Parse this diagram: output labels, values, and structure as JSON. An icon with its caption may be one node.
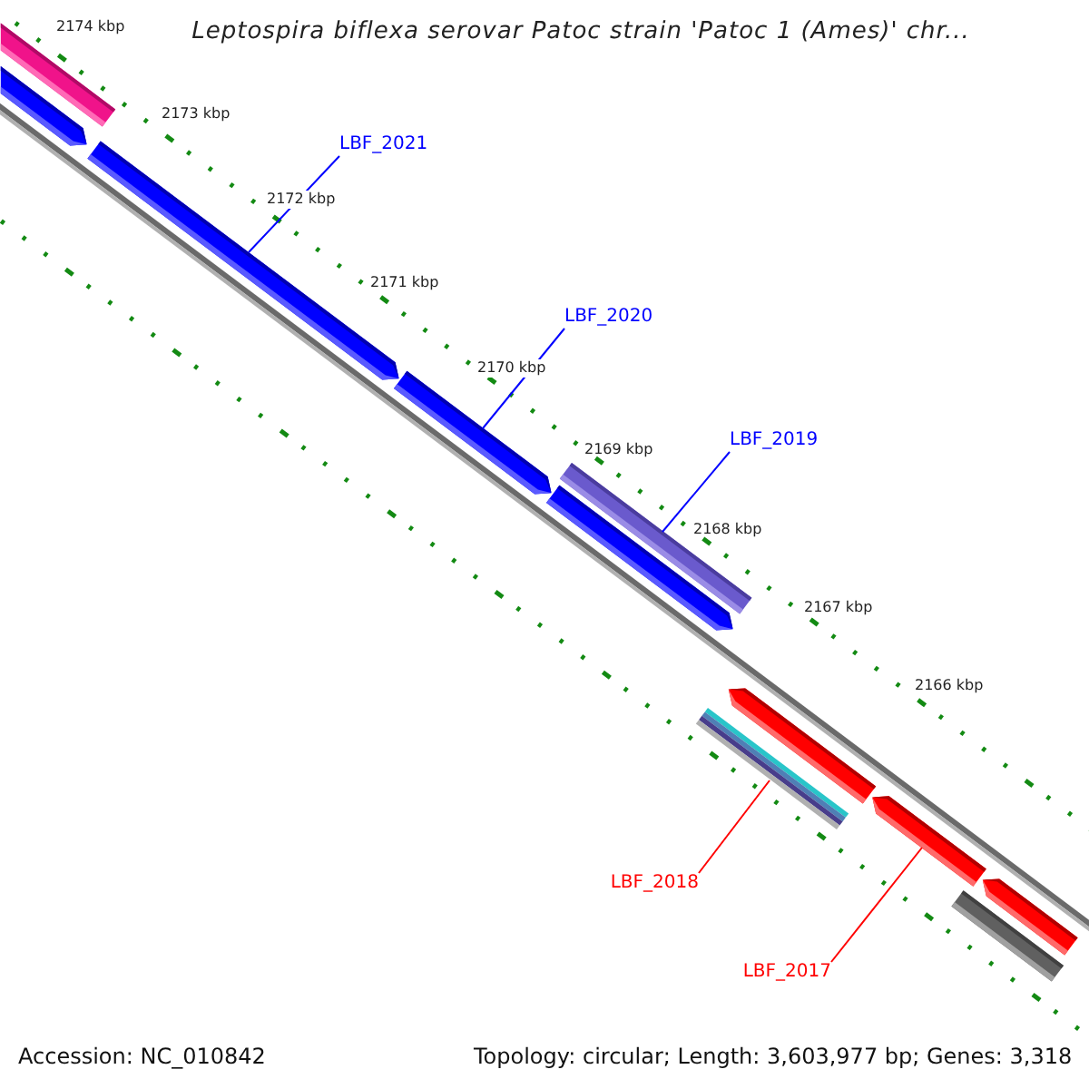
{
  "diagram": {
    "title": "Leptospira biflexa serovar Patoc strain 'Patoc 1 (Ames)' chr...",
    "nodes": [
      {
        "text": [
          "LBF_2021"
        ]
      },
      {
        "text": [
          "LBF_2020"
        ]
      },
      {
        "text": [
          "LBF_2019"
        ]
      },
      {
        "text": [
          "LBF_2018"
        ]
      },
      {
        "text": [
          "LBF_2017"
        ]
      },
      {
        "text": [],
        "shape": "bar"
      },
      {
        "text": [],
        "shape": "pentagon"
      },
      {
        "text": [],
        "shape": "pentagon"
      },
      {
        "text": [],
        "shape": "pentagon"
      },
      {
        "text": [],
        "shape": "pentagon"
      },
      {
        "text": [],
        "shape": "bar"
      },
      {
        "text": [],
        "shape": "bar"
      },
      {
        "text": [],
        "shape": "pentagon"
      },
      {
        "text": [],
        "shape": "pentagon"
      },
      {
        "text": [],
        "shape": "pentagon"
      },
      {
        "text": [],
        "shape": "bar"
      }
    ],
    "edges": [
      {
        "from": 0,
        "to": 7,
        "arrow": "none",
        "color": "#0000ff"
      },
      {
        "from": 1,
        "to": 8,
        "arrow": "none",
        "color": "#0000ff"
      },
      {
        "from": 2,
        "to": 10,
        "arrow": "none",
        "color": "#0000ff"
      },
      {
        "from": 3,
        "to": 11,
        "arrow": "none",
        "color": "#ff0000"
      },
      {
        "from": 4,
        "to": 13,
        "arrow": "none",
        "color": "#ff0000"
      }
    ],
    "labels": [
      "2174 kbp",
      "2173 kbp",
      "2172 kbp",
      "2171 kbp",
      "2170 kbp",
      "2169 kbp",
      "2168 kbp",
      "2167 kbp",
      "2166 kbp",
      "Accession: NC_010842",
      "Topology: circular; Length: 3,603,977 bp; Genes: 3,318"
    ]
  }
}
